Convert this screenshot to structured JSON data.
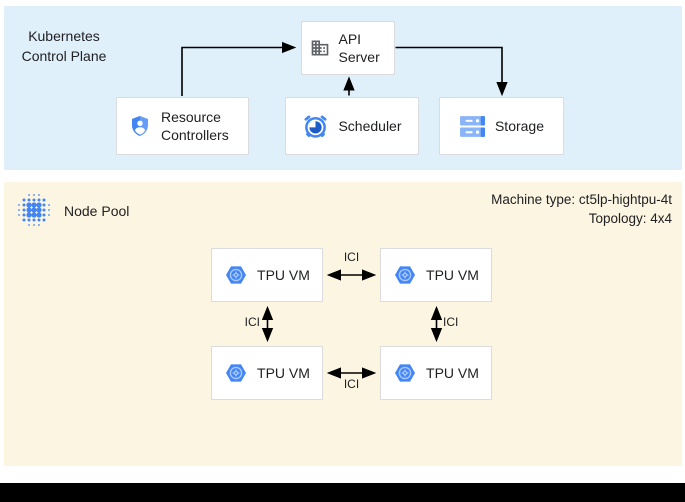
{
  "control_plane": {
    "title": "Kubernetes Control Plane",
    "api_server": "API Server",
    "resource_controllers": "Resource Controllers",
    "scheduler": "Scheduler",
    "storage": "Storage"
  },
  "node_pool": {
    "title": "Node Pool",
    "machine_type": "Machine type: ct5lp-hightpu-4t",
    "topology": "Topology: 4x4",
    "tpu_vm": "TPU VM",
    "ici": "ICI"
  },
  "icons": {
    "api_server": "building-icon",
    "resource_controllers": "shield-user-icon",
    "scheduler": "alarm-clock-icon",
    "storage": "storage-disks-icon",
    "node_pool": "dot-matrix-icon",
    "tpu_vm": "tpu-hexagon-icon"
  },
  "colors": {
    "control_plane_bg": "#dff0fa",
    "node_pool_bg": "#fcf5e1",
    "box_border": "#dadce0",
    "google_blue": "#4285f4",
    "light_blue": "#8ab4f8",
    "dark_blue": "#1b5cc8",
    "icon_gray": "#5f6368",
    "arrow": "#000000"
  }
}
